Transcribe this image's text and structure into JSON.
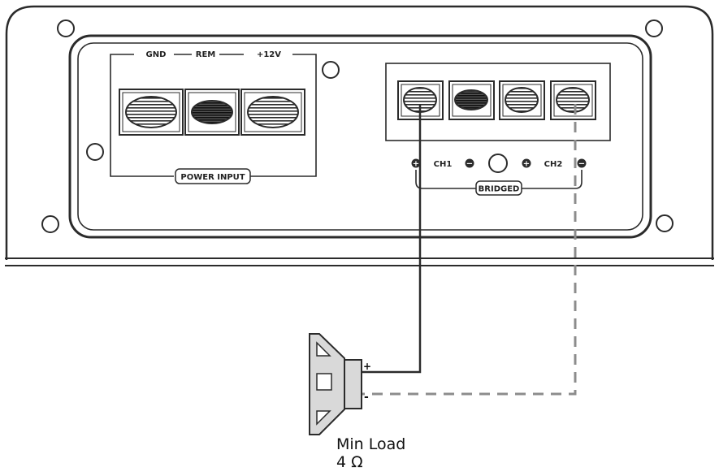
{
  "power_terminal": {
    "labels": [
      "GND",
      "REM",
      "+12V"
    ],
    "title": "POWER INPUT"
  },
  "speaker_terminal": {
    "ch1_label": "CH1",
    "ch2_label": "CH2",
    "plus_symbol": "+",
    "minus_symbol": "−",
    "bridged_label": "BRIDGED"
  },
  "speaker": {
    "plus_label": "+",
    "minus_label": "-",
    "caption_line1": "Min Load",
    "caption_line2": "4 Ω"
  },
  "colors": {
    "stroke": "#2b2b2b",
    "dashed_wire": "#8c8c8c",
    "speaker_fill": "#d9d9d9"
  }
}
